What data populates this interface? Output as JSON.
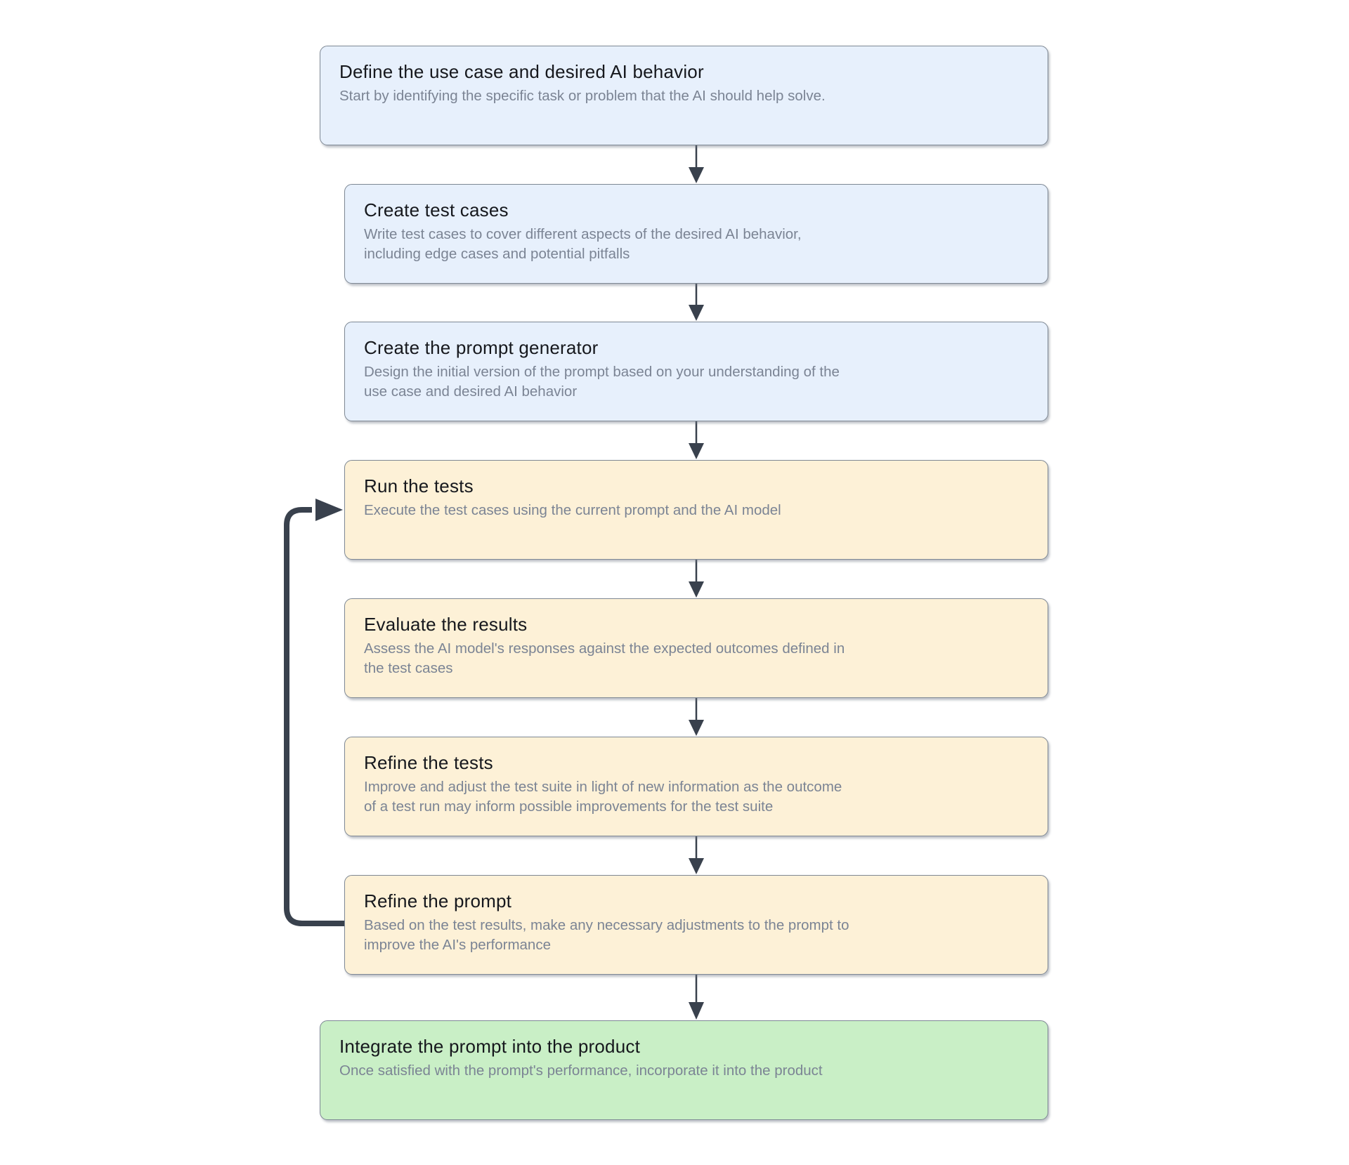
{
  "diagram": {
    "type": "flowchart",
    "direction": "top-down",
    "steps": [
      {
        "title": "Define the use case and desired AI behavior",
        "description": "Start by identifying the specific task or problem that the AI should help solve.",
        "color": "blue"
      },
      {
        "title": "Create test cases",
        "description": "Write test cases to cover different aspects of the desired AI behavior,\nincluding edge cases and potential pitfalls",
        "color": "blue"
      },
      {
        "title": "Create the prompt generator",
        "description": "Design the initial version of the prompt based on your understanding of the\nuse case and desired AI behavior",
        "color": "blue"
      },
      {
        "title": "Run the tests",
        "description": "Execute the test cases using the current prompt and the AI model",
        "color": "orange"
      },
      {
        "title": "Evaluate the results",
        "description": "Assess the AI model's responses against the expected outcomes defined in\nthe test cases",
        "color": "orange"
      },
      {
        "title": "Refine the tests",
        "description": "Improve and adjust the test suite in light of new information as the outcome\nof a test run may inform possible improvements for the test suite",
        "color": "orange"
      },
      {
        "title": "Refine the prompt",
        "description": "Based on the test results, make any necessary adjustments to the prompt to\nimprove the AI's performance",
        "color": "orange"
      },
      {
        "title": "Integrate the prompt into the product",
        "description": "Once satisfied with the prompt's performance, incorporate it into the product",
        "color": "green"
      }
    ],
    "edges": [
      {
        "from": 0,
        "to": 1,
        "type": "down"
      },
      {
        "from": 1,
        "to": 2,
        "type": "down"
      },
      {
        "from": 2,
        "to": 3,
        "type": "down"
      },
      {
        "from": 3,
        "to": 4,
        "type": "down"
      },
      {
        "from": 4,
        "to": 5,
        "type": "down"
      },
      {
        "from": 5,
        "to": 6,
        "type": "down"
      },
      {
        "from": 6,
        "to": 7,
        "type": "down"
      },
      {
        "from": 6,
        "to": 3,
        "type": "loop-back"
      }
    ],
    "colors": {
      "step_blue": "#e7f0fc",
      "step_orange": "#fdf1d7",
      "step_green": "#c9efc6",
      "border": "#7e8894",
      "arrow": "#39414d",
      "title_text": "#16181d",
      "description_text": "#7b8494",
      "background": "#ffffff"
    }
  }
}
